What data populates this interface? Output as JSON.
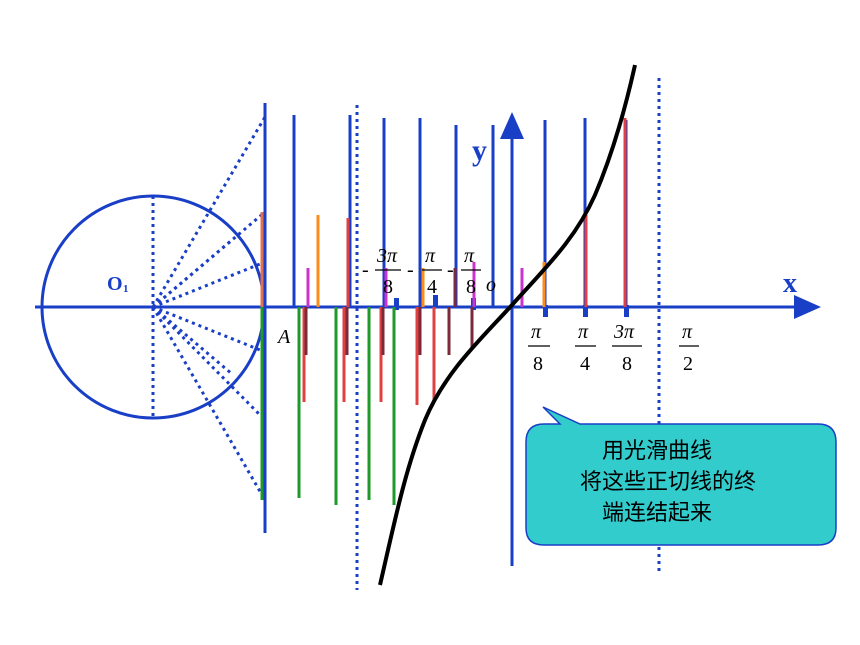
{
  "labels": {
    "o1": "O",
    "o1_sub": "1",
    "point_a": "A",
    "origin": "o",
    "x_axis": "x",
    "y_axis": "y"
  },
  "ticks": {
    "neg_3pi_8": {
      "sign": "-",
      "num": "3π",
      "den": "8"
    },
    "neg_pi_4": {
      "sign": "-",
      "num": "π",
      "den": "4"
    },
    "neg_pi_8": {
      "sign": "-",
      "num": "π",
      "den": "8"
    },
    "pi_8": {
      "num": "π",
      "den": "8"
    },
    "pi_4": {
      "num": "π",
      "den": "4"
    },
    "three_pi_8": {
      "num": "3π",
      "den": "8"
    },
    "pi_2": {
      "num": "π",
      "den": "2"
    }
  },
  "callout": {
    "line1": "用光滑曲线",
    "line2": "将这些正切线的终",
    "line3": "端连结起来"
  },
  "colors": {
    "axis_blue": "#1a3fc7",
    "callout_fill": "#33cccc",
    "curve": "#000000"
  }
}
